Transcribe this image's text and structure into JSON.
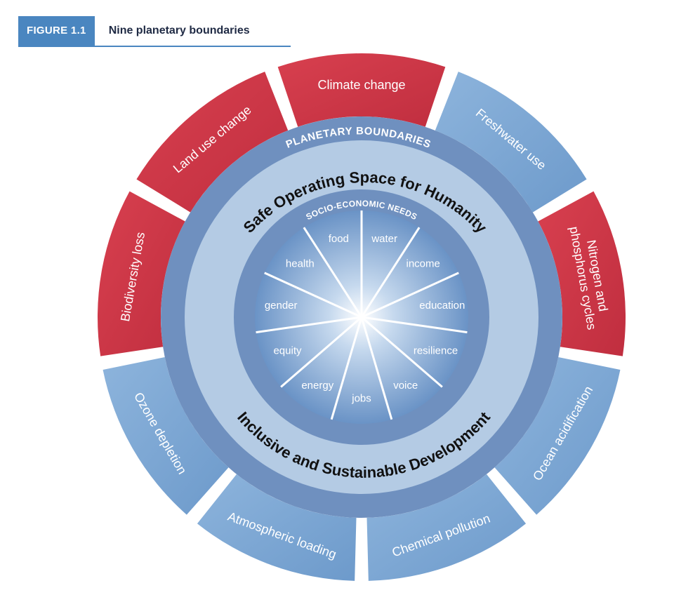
{
  "figure": {
    "tag": "FIGURE 1.1",
    "title": "Nine planetary boundaries"
  },
  "diagram": {
    "outer_ring_label": "PLANETARY BOUNDARIES",
    "upper_ring_title": "Safe Operating Space for Humanity",
    "lower_ring_title": "Inclusive and Sustainable Development",
    "inner_ring_label": "SOCIO-ECONOMIC NEEDS",
    "boundaries": [
      {
        "label": "Climate change",
        "status": "red"
      },
      {
        "label": "Freshwater use",
        "status": "blue"
      },
      {
        "label": "Nitrogen and phosphorus cycles",
        "status": "red"
      },
      {
        "label": "Ocean acidification",
        "status": "blue"
      },
      {
        "label": "Chemical pollution",
        "status": "blue"
      },
      {
        "label": "Atmospheric loading",
        "status": "blue"
      },
      {
        "label": "Ozone depletion",
        "status": "blue"
      },
      {
        "label": "Biodiversity loss",
        "status": "red"
      },
      {
        "label": "Land use change",
        "status": "red"
      }
    ],
    "needs": [
      "water",
      "income",
      "education",
      "resilience",
      "voice",
      "jobs",
      "energy",
      "equity",
      "gender",
      "health",
      "food"
    ]
  },
  "colors": {
    "red": "#cd3848",
    "blue": "#7aa6d4",
    "ring_dark": "#6f90bf",
    "ring_light": "#b4cbe4",
    "tag": "#4a86c0"
  }
}
